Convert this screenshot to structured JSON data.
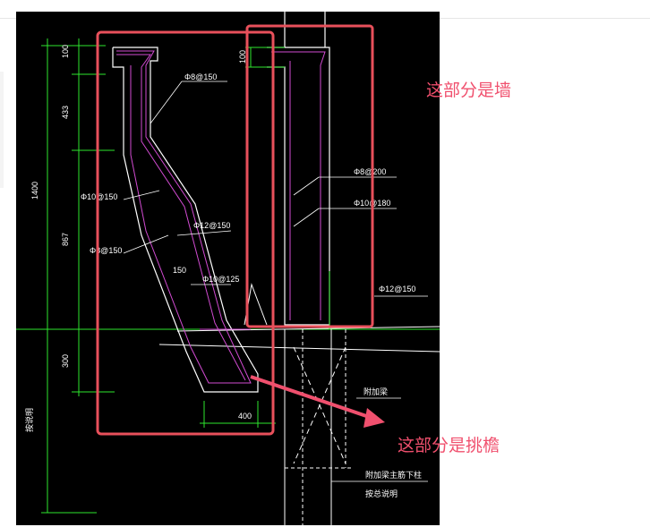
{
  "annotations": {
    "wall_label": "这部分是墙",
    "eave_label": "这部分是挑檐"
  },
  "colors": {
    "background": "#000000",
    "outline": "#ffffff",
    "rebar": "#d24bd2",
    "dimension": "#2ee62e",
    "highlight_box": "#e8505b",
    "arrow": "#f0506e"
  },
  "drawing": {
    "dims_left": [
      "100",
      "433",
      "1400",
      "867",
      "300"
    ],
    "dim_top_wall": "100",
    "dim_bottom": "400",
    "dim_slab": "150",
    "rebar_labels": {
      "left_top": "Φ8@150",
      "left_mid1": "Φ10@150",
      "left_mid2": "Φ8@150",
      "left_slab": "Φ12@150",
      "left_bottom": "Φ10@125",
      "wall_1": "Φ8@200",
      "wall_2": "Φ10@180",
      "wall_3": "Φ12@150"
    },
    "notes": {
      "note_1": "附加梁",
      "note_2": "附加梁主筋下柱",
      "note_3": "按总说明",
      "side_note": "按说明"
    }
  }
}
